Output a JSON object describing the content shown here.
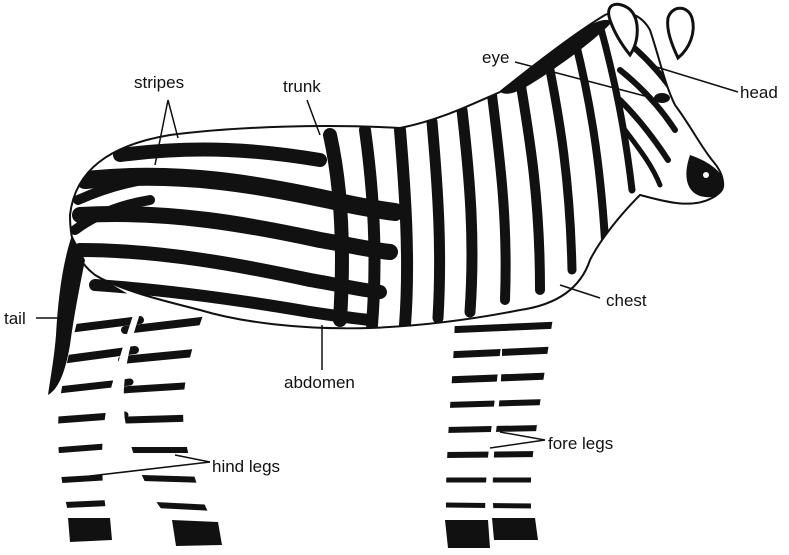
{
  "labels": {
    "stripes": "stripes",
    "trunk": "trunk",
    "eye": "eye",
    "head": "head",
    "tail": "tail",
    "chest": "chest",
    "abdomen": "abdomen",
    "hind_legs": "hind legs",
    "fore_legs": "fore legs"
  },
  "colors": {
    "ink": "#111111",
    "background": "#ffffff"
  }
}
